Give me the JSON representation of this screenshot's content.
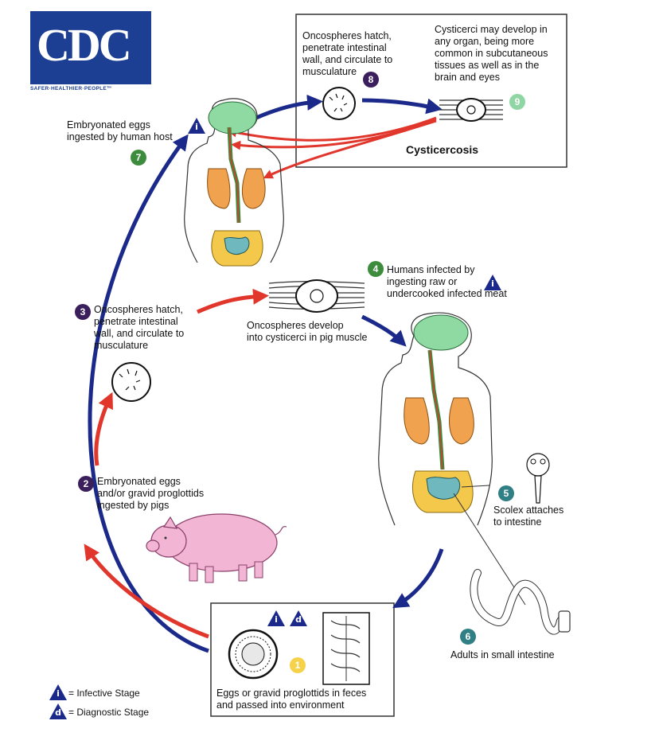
{
  "logo": {
    "text": "CDC",
    "tagline": "SAFER·HEALTHIER·PEOPLE™"
  },
  "colors": {
    "blue_arrow": "#1b2a8a",
    "red_arrow": "#e0362c",
    "stage_purple": "#3a1f5c",
    "stage_green": "#3d8c3d",
    "stage_teal": "#2f7f84",
    "stage_yellow": "#f6d24b",
    "stage_lightgreen": "#8fd6a4",
    "lung": "#f0a24e",
    "brain": "#8fdaa3",
    "gut": "#f4c84a",
    "intestine_small": "#6fb8bd",
    "pig": "#f2b6d4"
  },
  "icons": [
    "infective-stage-icon",
    "diagnostic-stage-icon",
    "pig-icon",
    "human-body-icon",
    "oncosphere-icon",
    "cysticercus-icon",
    "scolex-icon",
    "tapeworm-icon",
    "egg-icon",
    "proglottid-icon"
  ],
  "stages": [
    {
      "num": "1",
      "text": "Eggs or gravid proglottids in feces\nand passed into environment"
    },
    {
      "num": "2",
      "text": "Embryonated eggs\nand/or gravid proglottids\ningested by pigs"
    },
    {
      "num": "3",
      "text": "Oncospheres hatch,\npenetrate intestinal\nwall, and circulate to\nmusculature"
    },
    {
      "num": "4",
      "text": "Humans infected by\ningesting raw or\nundercooked infected meat"
    },
    {
      "num": "5",
      "text": "Scolex attaches\nto intestine"
    },
    {
      "num": "6",
      "text": "Adults in small intestine"
    },
    {
      "num": "7",
      "text": "Embryonated eggs\ningested by human host"
    },
    {
      "num": "8",
      "text": "Oncospheres hatch,\npenetrate intestinal\nwall, and circulate to\nmusculature"
    },
    {
      "num": "9",
      "text": "Cysticerci may develop in\nany organ, being more\ncommon in subcutaneous\ntissues as well as in the\nbrain and eyes"
    }
  ],
  "pig_muscle_label": "Oncospheres develop\ninto cysticerci in pig muscle",
  "box_title": "Cysticercosis",
  "markers": {
    "infective": "i",
    "diagnostic": "d"
  },
  "legend": [
    {
      "symbol": "i",
      "text": "= Infective Stage"
    },
    {
      "symbol": "d",
      "text": "= Diagnostic Stage"
    }
  ]
}
